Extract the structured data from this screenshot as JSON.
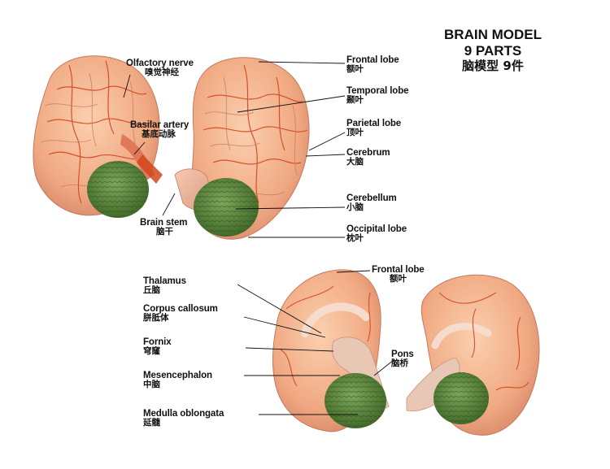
{
  "title": {
    "line1": "BRAIN MODEL",
    "line2": "9 PARTS",
    "line3": "脑模型 9件"
  },
  "colors": {
    "cortex": "#f2b08c",
    "cortex_shadow": "#d98a62",
    "vessel": "#d2461e",
    "cerebellum": "#5e8a3c",
    "cerebellum_dark": "#3f6a27",
    "midline": "#e9c7b5"
  },
  "labels": {
    "olfactory_nerve": {
      "en": "Olfactory nerve",
      "zh": "嗅觉神经"
    },
    "basilar_artery": {
      "en": "Basilar artery",
      "zh": "基底动脉"
    },
    "brain_stem": {
      "en": "Brain stem",
      "zh": "脑干"
    },
    "frontal_lobe": {
      "en": "Frontal lobe",
      "zh": "额叶"
    },
    "temporal_lobe": {
      "en": "Temporal lobe",
      "zh": "颞叶"
    },
    "parietal_lobe": {
      "en": "Parietal lobe",
      "zh": "顶叶"
    },
    "cerebrum": {
      "en": "Cerebrum",
      "zh": "大脑"
    },
    "cerebellum": {
      "en": "Cerebellum",
      "zh": "小脑"
    },
    "occipital_lobe": {
      "en": "Occipital lobe",
      "zh": "枕叶"
    },
    "frontal_lobe_2": {
      "en": "Frontal lobe",
      "zh": "额叶"
    },
    "thalamus": {
      "en": "Thalamus",
      "zh": "丘脑"
    },
    "corpus_callosum": {
      "en": "Corpus callosum",
      "zh": "胼胝体"
    },
    "fornix": {
      "en": "Fornix",
      "zh": "穹窿"
    },
    "pons": {
      "en": "Pons",
      "zh": "脑桥"
    },
    "mesencephalon": {
      "en": "Mesencephalon",
      "zh": "中脑"
    },
    "medulla_oblongata": {
      "en": "Medulla oblongata",
      "zh": "延髓"
    }
  }
}
